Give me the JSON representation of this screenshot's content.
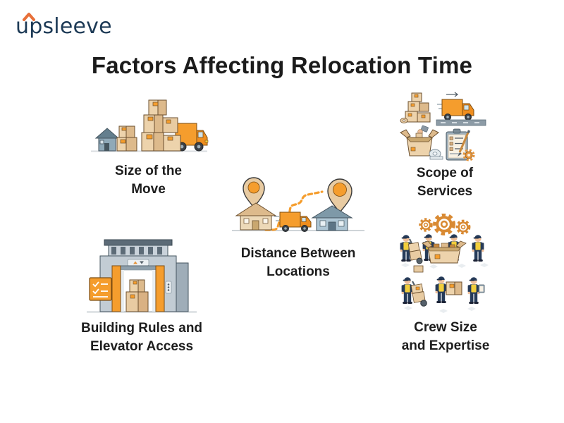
{
  "brand": {
    "name": "upsleeve"
  },
  "header": {
    "title": "Factors Affecting Relocation Time"
  },
  "factors": [
    {
      "id": "size-of-the-move",
      "label_line1": "Size of the",
      "label_line2": "Move"
    },
    {
      "id": "scope-of-services",
      "label_line1": "Scope of",
      "label_line2": "Services"
    },
    {
      "id": "distance-between-locations",
      "label_line1": "Distance Between",
      "label_line2": "Locations"
    },
    {
      "id": "building-rules-and-elevator-access",
      "label_line1": "Building Rules and",
      "label_line2": "Elevator Access"
    },
    {
      "id": "crew-size-and-expertise",
      "label_line1": "Crew Size",
      "label_line2": "and Expertise"
    }
  ],
  "colors": {
    "accent_orange": "#F59D2D",
    "truck_orange": "#EF8E1F",
    "caret_orange": "#E8703A",
    "logo_navy": "#1D3A56",
    "text_dark": "#1B1B1B",
    "box_tan": "#EDD3AC",
    "box_tan_dark": "#DDBA8C",
    "building_gray": "#C2CCD4",
    "house_blue_gray": "#AEC6D4",
    "worker_navy": "#263B59",
    "vest_yellow": "#F2CE3C"
  }
}
